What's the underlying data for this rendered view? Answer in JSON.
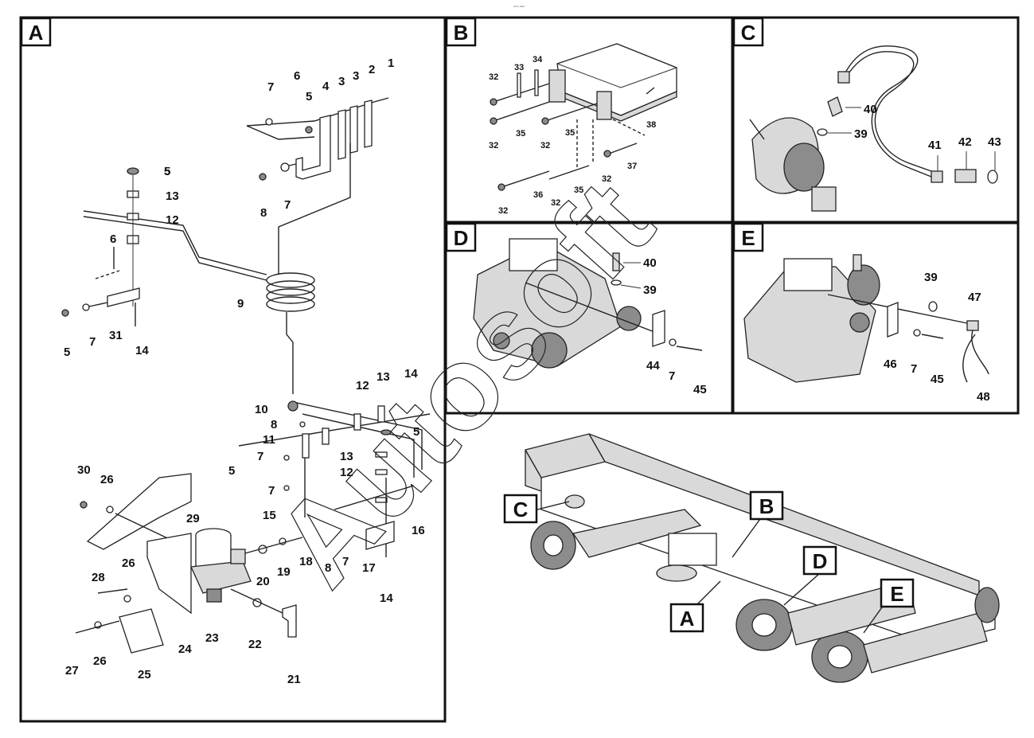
{
  "header_mark": "ᵉᴿ ᴳ ᴳᴳᴳ",
  "watermark": "Autosoft",
  "panels": [
    {
      "id": "A",
      "label": "A"
    },
    {
      "id": "B",
      "label": "B"
    },
    {
      "id": "C",
      "label": "C"
    },
    {
      "id": "D",
      "label": "D"
    },
    {
      "id": "E",
      "label": "E"
    }
  ],
  "callouts": {
    "A": [
      "1",
      "2",
      "3",
      "3",
      "4",
      "5",
      "6",
      "7",
      "5",
      "8",
      "7",
      "5",
      "13",
      "12",
      "6",
      "9",
      "5",
      "7",
      "31",
      "14",
      "10",
      "8",
      "11",
      "7",
      "5",
      "12",
      "13",
      "14",
      "5",
      "13",
      "12",
      "7",
      "15",
      "16",
      "30",
      "26",
      "29",
      "28",
      "26",
      "20",
      "19",
      "18",
      "8",
      "7",
      "17",
      "14",
      "27",
      "26",
      "25",
      "24",
      "23",
      "22",
      "21"
    ],
    "B": [
      "32",
      "33",
      "34",
      "32",
      "35",
      "32",
      "35",
      "38",
      "32",
      "36",
      "32",
      "35",
      "32",
      "37"
    ],
    "C": [
      "40",
      "39",
      "41",
      "42",
      "43"
    ],
    "D": [
      "40",
      "39",
      "44",
      "7",
      "45"
    ],
    "E": [
      "39",
      "47",
      "46",
      "7",
      "45",
      "48"
    ]
  },
  "overview_tags": [
    "C",
    "B",
    "D",
    "A",
    "E"
  ]
}
